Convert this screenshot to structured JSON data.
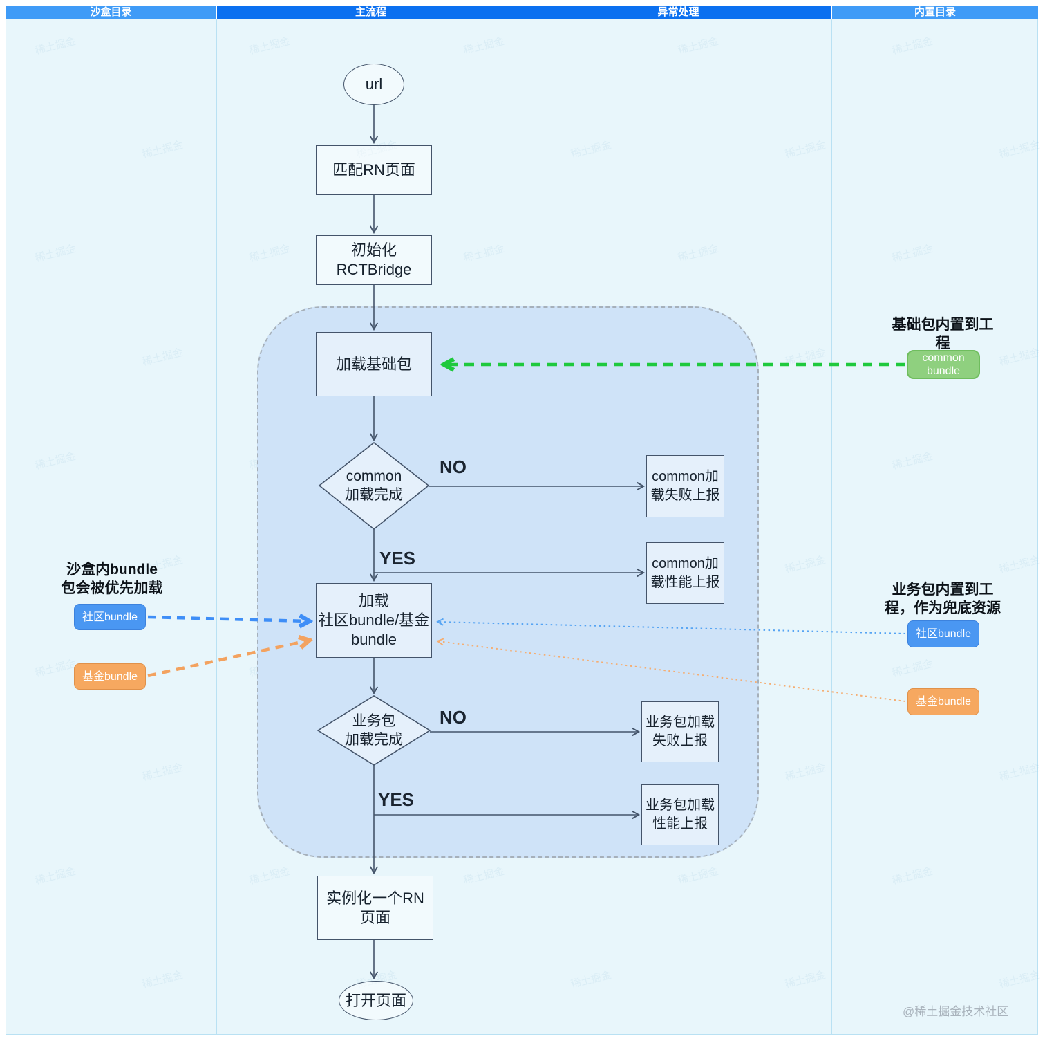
{
  "lanes": [
    {
      "title": "沙盒目录"
    },
    {
      "title": "主流程"
    },
    {
      "title": "异常处理"
    },
    {
      "title": "内置目录"
    }
  ],
  "flow": {
    "start": "url",
    "match": "匹配RN页面",
    "init_bridge": "初始化RCTBridge",
    "load_base": "加载基础包",
    "load_business": "加载\n社区bundle/基金\nbundle",
    "instantiate": "实例化一个RN\n页面",
    "end": "打开页面",
    "decision_common": "common\n加载完成",
    "decision_business": "业务包\n加载完成",
    "label_no": "NO",
    "label_yes": "YES"
  },
  "exceptions": {
    "common_fail": "common加\n载失败上报",
    "common_perf": "common加\n载性能上报",
    "business_fail": "业务包加载\n失败上报",
    "business_perf": "业务包加载\n性能上报"
  },
  "annotations": {
    "sandbox_note": "沙盒内bundle\n包会被优先加载",
    "base_note": "基础包内置到工\n程",
    "business_note": "业务包内置到工\n程，作为兜底资源"
  },
  "chips": {
    "sandbox_community": "社区bundle",
    "sandbox_fund": "基金bundle",
    "builtin_common": "common\nbundle",
    "builtin_community": "社区bundle",
    "builtin_fund": "基金bundle"
  },
  "watermark": {
    "tile": "稀土掘金",
    "credit": "@稀土掘金技术社区"
  },
  "colors": {
    "header_dark": "#0b70f0",
    "header_light": "#3f9bf7",
    "lane_bg": "#e8f6fb",
    "lane_border": "#b9e1f3",
    "region_bg": "#cfe3f8",
    "region_border": "#a6b0ba",
    "flow_line": "#44546a",
    "box_border": "#44546a",
    "green": "#1fc93d",
    "blue": "#3e8ef7",
    "orange": "#f3a25f",
    "blue_thin": "#56a4f3",
    "orange_thin": "#f5ae73",
    "btn_blue": "#4a97f2",
    "btn_orange": "#f6a860",
    "btn_green": "#8fd07f",
    "btn_green_border": "#6fbd5e",
    "wm": "#7fb3d5"
  }
}
